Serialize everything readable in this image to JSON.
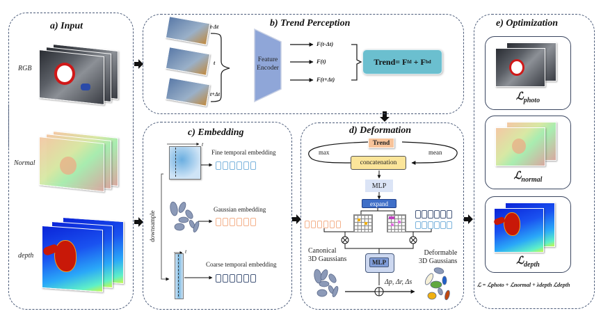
{
  "panels": {
    "input": {
      "title": "a) Input",
      "rows": [
        {
          "label": "RGB"
        },
        {
          "label": "Normal"
        },
        {
          "label": "depth"
        }
      ]
    },
    "trend": {
      "title": "b) Trend Perception",
      "frame_labels": [
        "t-Δt",
        "t",
        "t+Δt"
      ],
      "encoder_label_1": "Feature",
      "encoder_label_2": "Encoder",
      "features": [
        "F(t-Δt)",
        "F(t)",
        "F(t+Δt)"
      ],
      "equation_prefix": "Trend= F",
      "equation_sub1": "fd",
      "equation_plus": "+ F",
      "equation_sub2": "bd",
      "equation_color": "#6bbfcf"
    },
    "embedding": {
      "title": "c) Embedding",
      "downsample_label": "downsample",
      "t_label": "t",
      "items": [
        {
          "label": "Fine temporal embedding",
          "color": "#7ab3dc"
        },
        {
          "label": "Gaussian embedding",
          "color": "#f4b08a"
        },
        {
          "label": "Coarse temporal embedding",
          "color": "#44577a"
        }
      ]
    },
    "deformation": {
      "title": "d) Deformation",
      "trend_label": "Trend",
      "trend_color": "#f7c39a",
      "max_label": "max",
      "mean_label": "mean",
      "concat_label": "concatenation",
      "concat_color": "#fbe59a",
      "mlp_label": "MLP",
      "expand_label": "expand",
      "expand_color": "#3f6fc8",
      "mlp2_label": "MLP",
      "canonical_label_1": "Canonical",
      "canonical_label_2": "3D Gaussians",
      "deformable_label_1": "Deformable",
      "deformable_label_2": "3D Gaussians",
      "delta_label": "Δp, Δr, Δs"
    },
    "optimization": {
      "title": "e) Optimization",
      "losses": [
        {
          "symbol": "ℒ",
          "sub": "photo"
        },
        {
          "symbol": "ℒ",
          "sub": "normal"
        },
        {
          "symbol": "ℒ",
          "sub": "depth"
        }
      ],
      "formula": "ℒ = ℒphoto + ℒnormal + λdepth ℒdepth"
    }
  }
}
